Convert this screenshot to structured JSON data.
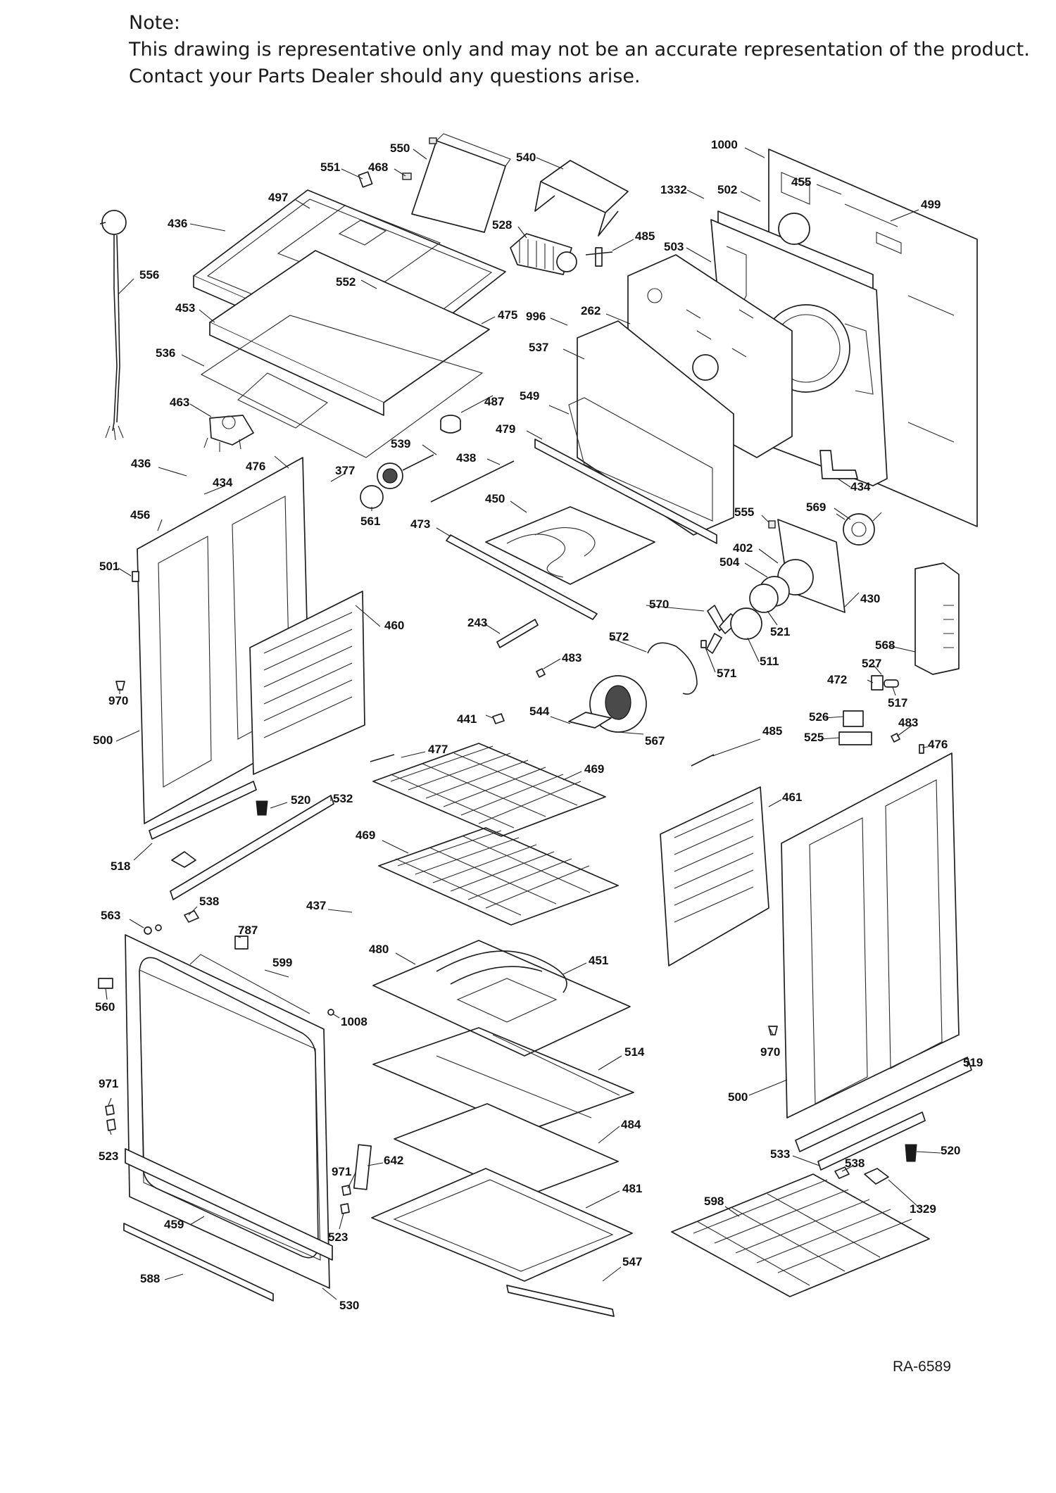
{
  "note": {
    "heading": "Note:",
    "line1": "This drawing is representative only and may not be an accurate representation of the product.",
    "line2": "Contact your Parts Dealer should any questions arise."
  },
  "document_code": "RA-6589",
  "callouts": [
    "1000",
    "550",
    "551",
    "468",
    "540",
    "1332",
    "502",
    "455",
    "499",
    "497",
    "436",
    "528",
    "485",
    "503",
    "556",
    "552",
    "453",
    "475",
    "996",
    "262",
    "537",
    "536",
    "487",
    "463",
    "549",
    "479",
    "539",
    "436",
    "476",
    "377",
    "438",
    "434",
    "456",
    "561",
    "450",
    "473",
    "555",
    "569",
    "501",
    "402",
    "504",
    "430",
    "460",
    "243",
    "570",
    "521",
    "572",
    "483",
    "511",
    "568",
    "571",
    "527",
    "472",
    "517",
    "970",
    "441",
    "544",
    "526",
    "483",
    "500",
    "477",
    "525",
    "567",
    "485",
    "476",
    "469",
    "461",
    "520",
    "532",
    "518",
    "469",
    "538",
    "437",
    "563",
    "787",
    "480",
    "451",
    "599",
    "560",
    "1008",
    "970",
    "514",
    "519",
    "971",
    "500",
    "484",
    "533",
    "538",
    "520",
    "523",
    "971",
    "642",
    "481",
    "598",
    "1329",
    "459",
    "523",
    "547",
    "588",
    "530"
  ]
}
